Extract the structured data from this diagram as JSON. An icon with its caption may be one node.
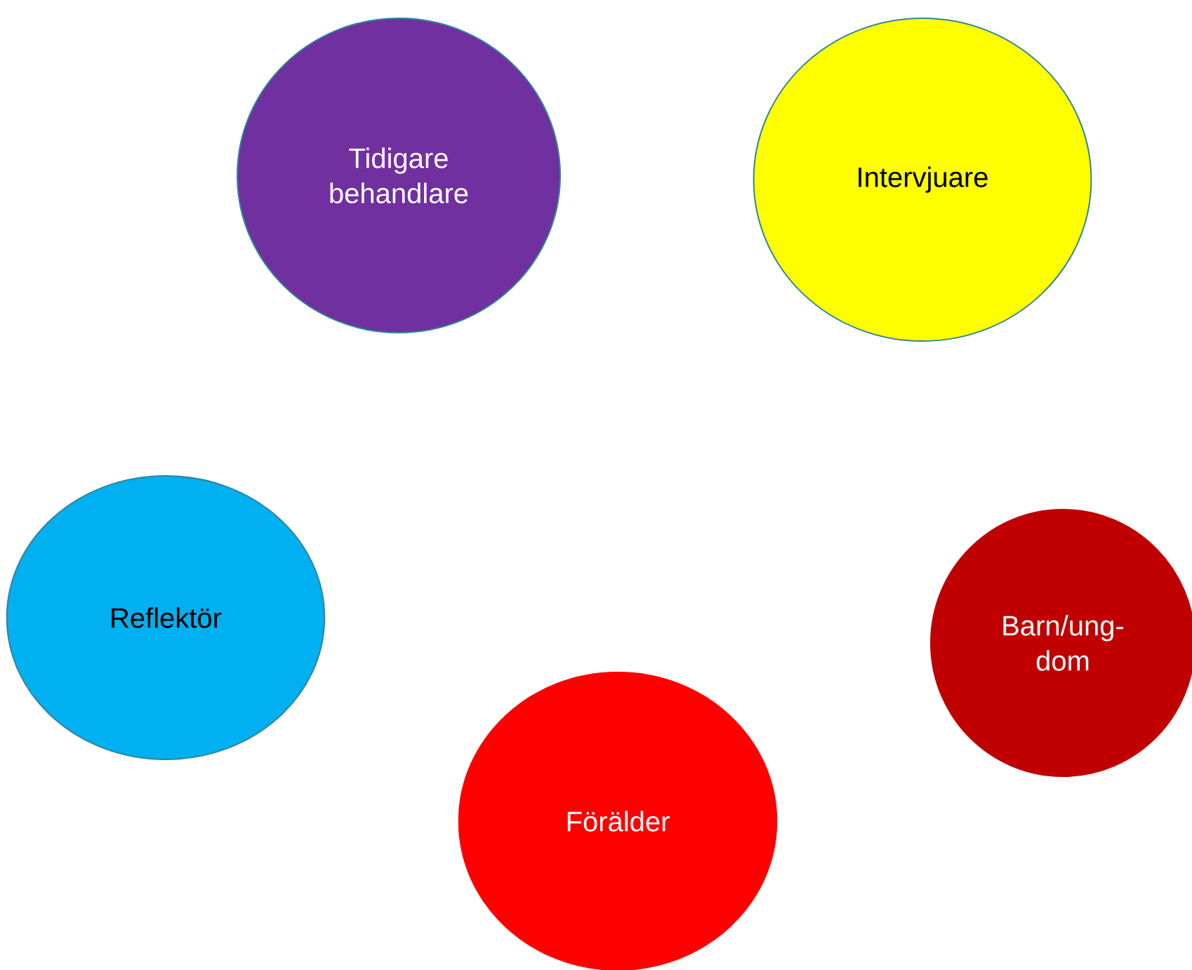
{
  "diagram": {
    "nodes": [
      {
        "text": [
          "Tidigare behandlare"
        ]
      },
      {
        "text": [
          "Intervjuare"
        ]
      },
      {
        "text": [
          "Reflektör"
        ]
      },
      {
        "text": [
          "Barn/ung- dom"
        ]
      },
      {
        "text": [
          "Förälder"
        ]
      }
    ]
  }
}
